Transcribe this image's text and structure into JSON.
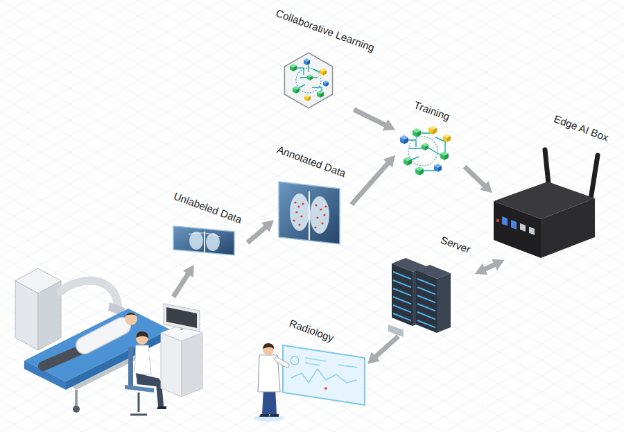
{
  "diagram": {
    "nodes": [
      {
        "text": [
          "Collaborative Learning"
        ]
      },
      {
        "text": [
          "Training"
        ]
      },
      {
        "text": [
          "Edge AI Box"
        ]
      },
      {
        "text": [
          "Annotated Data"
        ]
      },
      {
        "text": [
          "Unlabeled Data"
        ]
      },
      {
        "text": [
          "Server"
        ]
      },
      {
        "text": [
          "Radiology"
        ]
      }
    ],
    "edges": [
      {
        "from": 4,
        "to": 3,
        "arrow": "to"
      },
      {
        "from": 3,
        "to": 1,
        "arrow": "to"
      },
      {
        "from": 0,
        "to": 1,
        "arrow": "to"
      },
      {
        "from": 1,
        "to": 2,
        "arrow": "to"
      },
      {
        "from": 2,
        "to": 5,
        "arrow": "both"
      },
      {
        "from": 5,
        "to": 6,
        "arrow": "to"
      }
    ]
  }
}
